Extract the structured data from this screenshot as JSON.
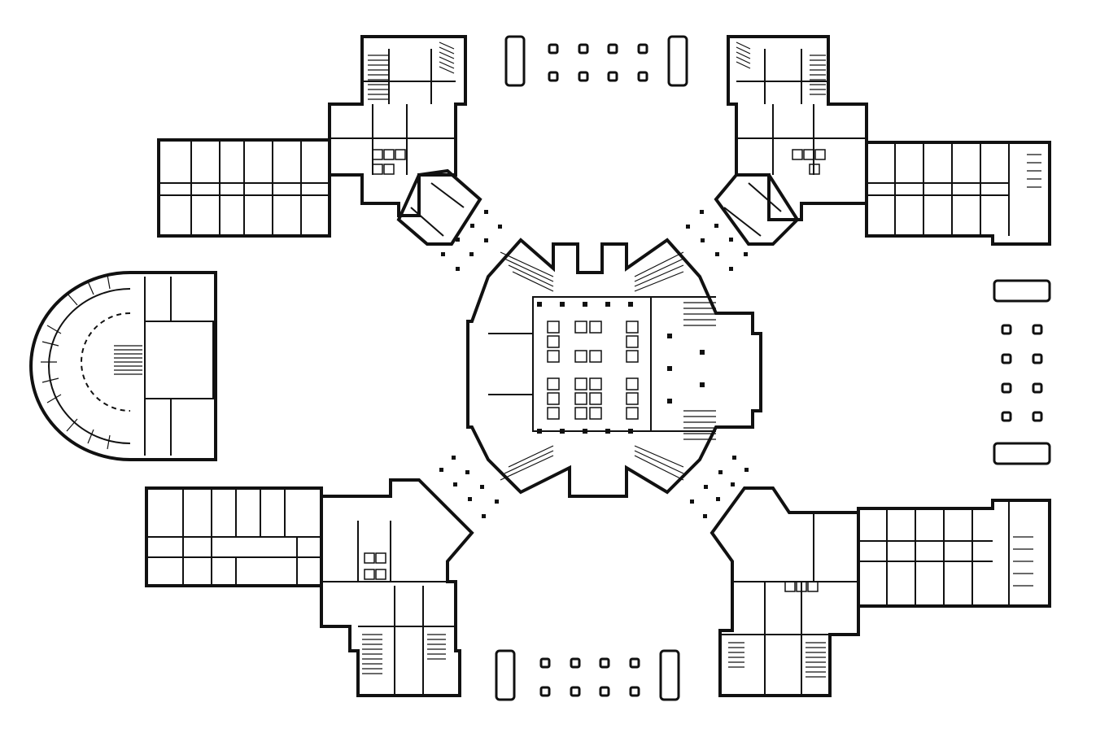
{
  "drawing": {
    "type": "architectural floor plan",
    "colors": {
      "line": "#111111",
      "background": "#ffffff"
    },
    "components": [
      "central-hall",
      "wing-north-west",
      "wing-north-east",
      "wing-south-west",
      "wing-south-east",
      "auditorium-west",
      "pavilion-north-west",
      "pavilion-north-east",
      "pavilion-south-west",
      "pavilion-south-east",
      "pavilion-east-top",
      "pavilion-east-bottom"
    ]
  }
}
